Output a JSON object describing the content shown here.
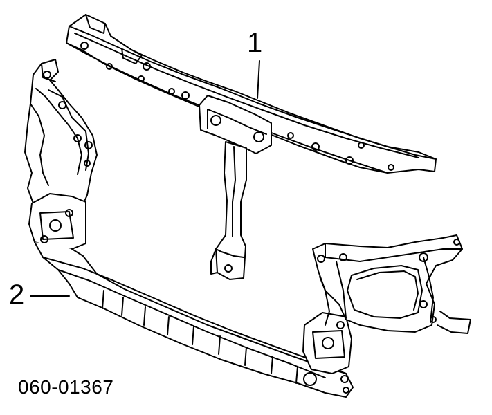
{
  "callouts": [
    {
      "id": "1",
      "label": "1"
    },
    {
      "id": "2",
      "label": "2"
    }
  ],
  "part_code": "060-01367",
  "colors": {
    "line": "#000000",
    "fill": "#ffffff"
  }
}
